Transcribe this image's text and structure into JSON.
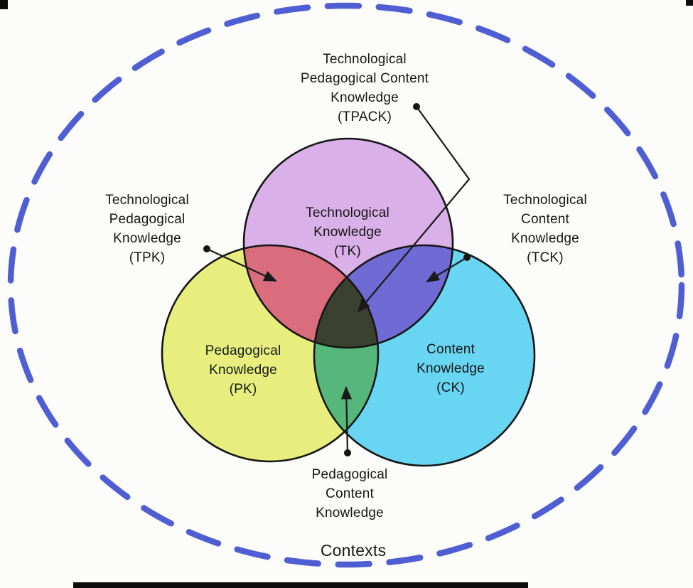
{
  "labels": {
    "tpack": "Technological\nPedagogical Content\nKnowledge\n(TPACK)",
    "tpk": "Technological\nPedagogical\nKnowledge\n(TPK)",
    "tck": "Technological\nContent\nKnowledge\n(TCK)",
    "tk": "Technological\nKnowledge\n(TK)",
    "pk": "Pedagogical\nKnowledge\n(PK)",
    "ck": "Content\nKnowledge\n(CK)",
    "pck": "Pedagogical\nContent\nKnowledge",
    "contexts": "Contexts"
  },
  "colors": {
    "outer_ring": "#4f5ed2",
    "tk": "#d9b0e8",
    "pk": "#e7ee7d",
    "ck": "#68d6f3",
    "tpk": "#da6d7d",
    "tck": "#6f6ad4",
    "pck": "#55b87a",
    "tpack": "#3b412f",
    "outline": "#151515",
    "pointer": "#1a1a1a"
  }
}
